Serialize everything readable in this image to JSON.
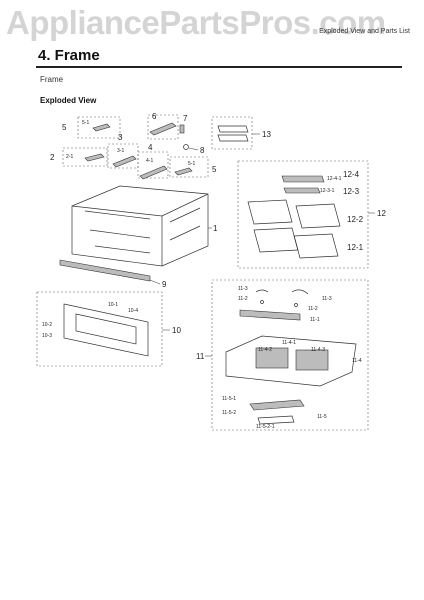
{
  "watermark": "AppliancePartsPros.com",
  "header_right": "Exploded View and Parts List",
  "title": "4.  Frame",
  "section": "Frame",
  "subtitle": "Exploded View",
  "labels": {
    "p1": "1",
    "p2": "2",
    "p2_1": "2-1",
    "p3": "3",
    "p3_1": "3-1",
    "p4": "4",
    "p4_1": "4-1",
    "p5a": "5",
    "p5_1a": "5-1",
    "p5b": "5",
    "p5_1b": "5-1",
    "p6": "6",
    "p7": "7",
    "p8": "8",
    "p9": "9",
    "p10": "10",
    "p10_1": "10-1",
    "p10_2": "10-2",
    "p10_3": "10-3",
    "p10_4": "10-4",
    "p11": "11",
    "p11_1": "11-1",
    "p11_2a": "11-2",
    "p11_2b": "11-2",
    "p11_3a": "11-3",
    "p11_3b": "11-3",
    "p11_4": "11-4",
    "p11_4_1": "11-4-1",
    "p11_4_2": "11-4-2",
    "p11_4_3": "11-4-3",
    "p11_5": "11-5",
    "p11_5_1": "11-5-1",
    "p11_5_2": "11-5-2",
    "p11_5_2_1": "11-5-2-1",
    "p12": "12",
    "p12_1": "12-1",
    "p12_2": "12-2",
    "p12_3": "12-3",
    "p12_3_1": "12-3-1",
    "p12_4": "12-4",
    "p12_4_1": "12-4-1",
    "p13": "13"
  }
}
